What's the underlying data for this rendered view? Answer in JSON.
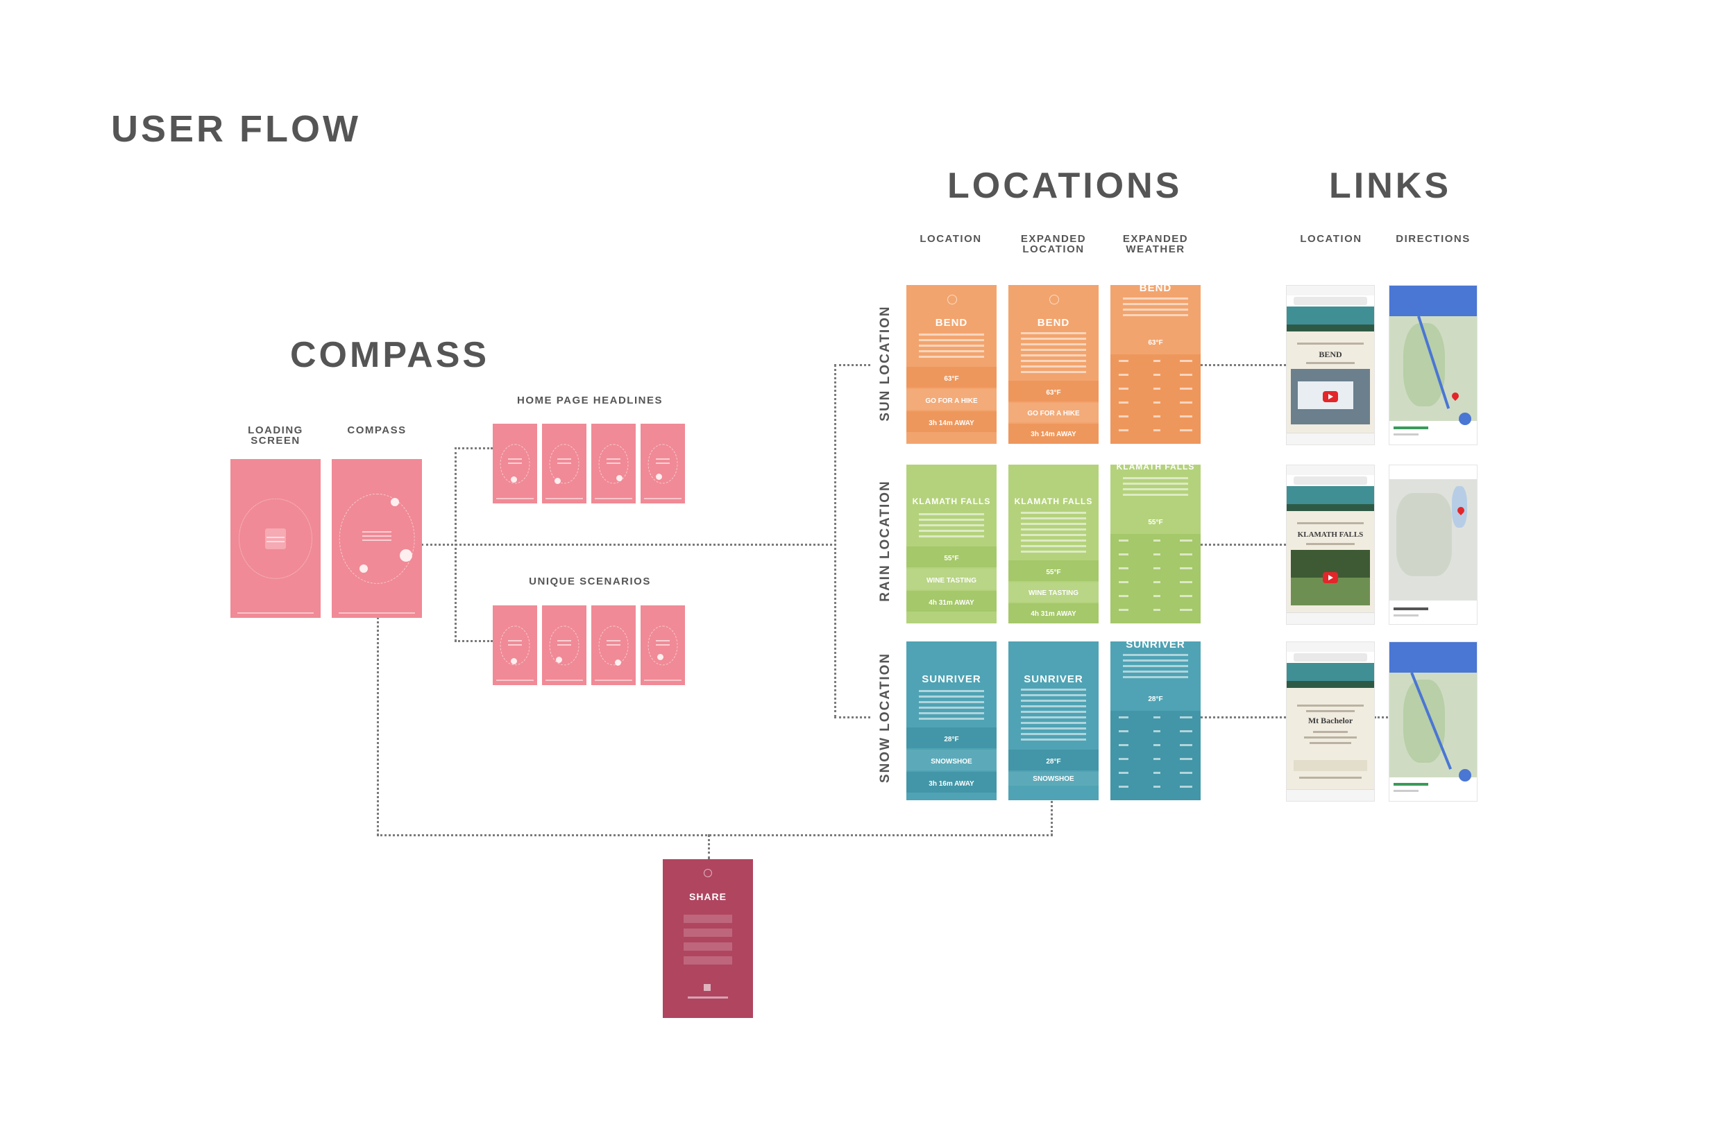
{
  "title": "USER FLOW",
  "compass": {
    "heading": "COMPASS",
    "loading_label_1": "LOADING",
    "loading_label_2": "SCREEN",
    "compass_label": "COMPASS",
    "headlines_label": "HOME PAGE HEADLINES",
    "scenarios_label": "UNIQUE SCENARIOS"
  },
  "locations": {
    "heading": "LOCATIONS",
    "col_location": "LOCATION",
    "col_expanded_location_1": "EXPANDED",
    "col_expanded_location_2": "LOCATION",
    "col_expanded_weather_1": "EXPANDED",
    "col_expanded_weather_2": "WEATHER",
    "rows": [
      {
        "label": "SUN LOCATION",
        "city": "BEND",
        "temp": "63°F",
        "activity": "GO FOR A HIKE",
        "distance": "3h 14m AWAY",
        "color": "#f2a46e",
        "color_dark": "#ee975c"
      },
      {
        "label": "RAIN LOCATION",
        "city": "KLAMATH FALLS",
        "temp": "55°F",
        "activity": "WINE TASTING",
        "distance": "4h 31m AWAY",
        "color": "#b4d27c",
        "color_dark": "#a5c86a"
      },
      {
        "label": "SNOW LOCATION",
        "city": "SUNRIVER",
        "temp": "28°F",
        "activity": "SNOWSHOE",
        "distance": "3h 16m AWAY",
        "color": "#4fa3b4",
        "color_dark": "#4296a7"
      }
    ]
  },
  "links": {
    "heading": "LINKS",
    "col_location": "LOCATION",
    "col_directions": "DIRECTIONS",
    "site_titles": [
      "BEND",
      "KLAMATH FALLS",
      "Mt Bachelor"
    ]
  },
  "share": {
    "title": "SHARE"
  }
}
